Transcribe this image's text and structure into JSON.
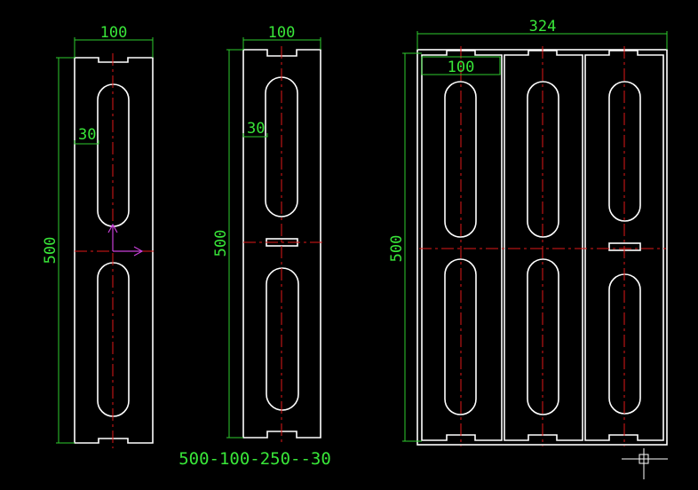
{
  "colors": {
    "background": "#000000",
    "outline": "#ffffff",
    "dimension": "#2ecc2e",
    "centerline": "#e01818",
    "ucs": "#c840d8"
  },
  "views": {
    "left": {
      "width": "100",
      "height": "500",
      "wall": "30"
    },
    "middle": {
      "width": "100",
      "height": "500",
      "wall": "30"
    },
    "right": {
      "width": "324",
      "module_width": "100",
      "height": "500"
    }
  },
  "caption": "500-100-250--30",
  "icons": [
    "ucs-axis-icon",
    "crosshair-cursor-icon"
  ]
}
